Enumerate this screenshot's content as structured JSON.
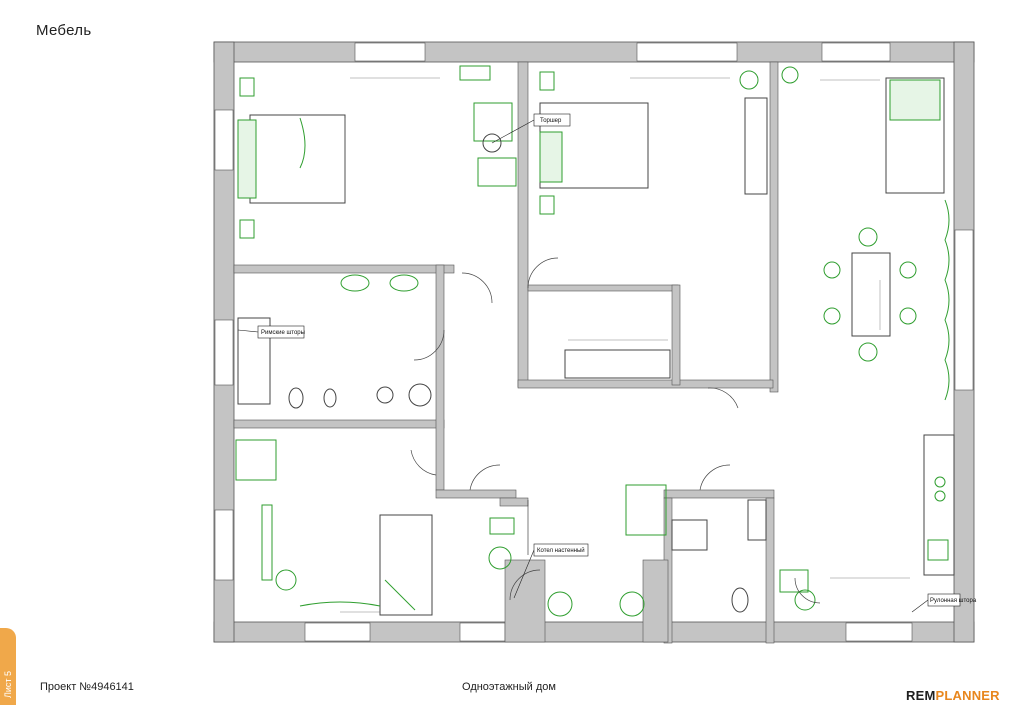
{
  "sheet": {
    "title": "Мебель",
    "project": "Проект №4946141",
    "house": "Одноэтажный дом",
    "brand_main": "REM",
    "brand_accent": "PLANNER",
    "tab": "Лист 5"
  },
  "callouts": {
    "floor_lamp": "Торшер",
    "roller_blinds_bath": "Римские шторы",
    "boiler": "Котел настенный",
    "roller_blind_kitchen": "Рулонная штора"
  },
  "colors": {
    "wall": "#c4c4c4",
    "wall_edge": "#555555",
    "furniture": "#2f9e2f",
    "line": "#444444",
    "brand_accent": "#e8871e"
  }
}
